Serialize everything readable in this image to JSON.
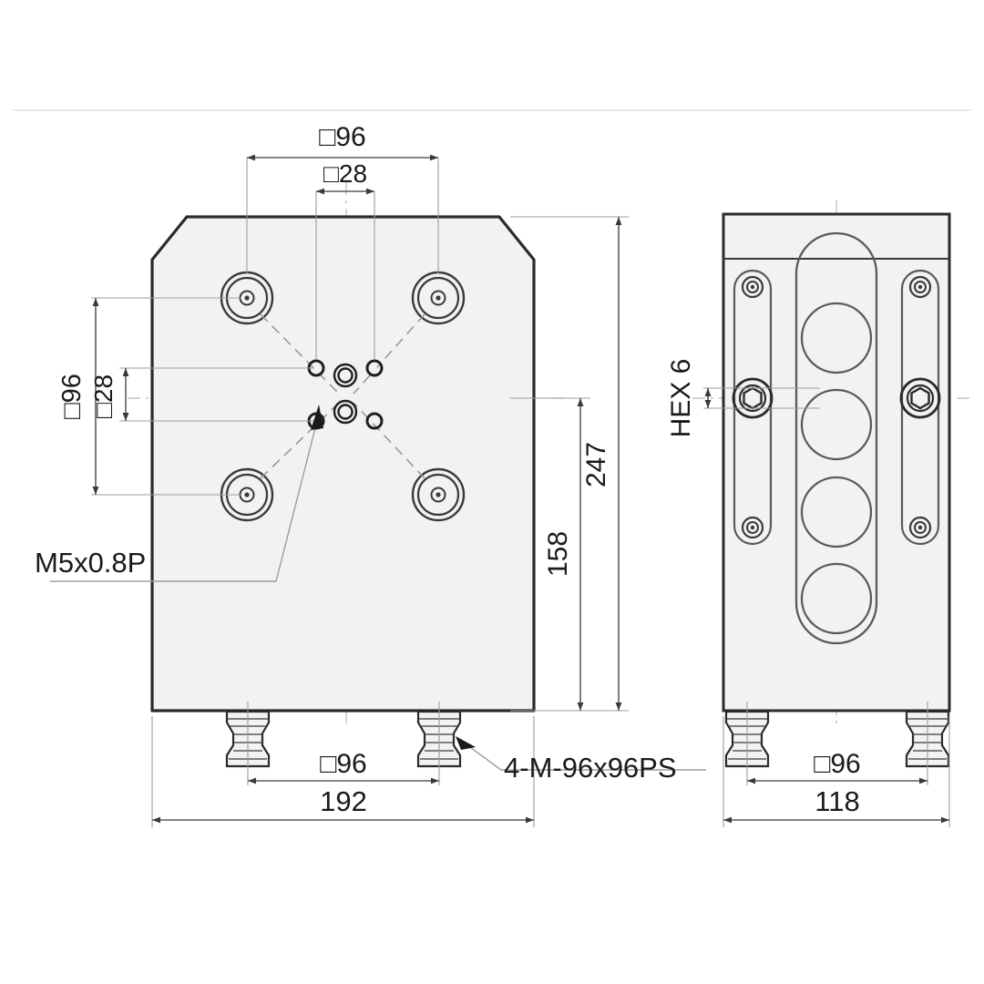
{
  "drawing": {
    "title": "Mechanical Part Orthographic Drawing",
    "background_color": "#ffffff",
    "line_color": "#3a3a3a",
    "outline_color": "#2b2b2b",
    "dimension_color": "#7a7a7a",
    "text_color": "#1a1a1a",
    "face_fill": "#f2f2f2",
    "divider_color": "#e3ecec"
  },
  "front_view": {
    "name": "front-view",
    "dimensions": {
      "top_bolt_span": "□96",
      "top_inner_span": "□28",
      "left_outer_span": "□96",
      "left_inner_span": "□28",
      "height_inner": "158",
      "height_outer": "247",
      "bottom_foot_span": "□96",
      "bottom_overall": "192"
    },
    "callouts": {
      "thread_note": "M5x0.8P",
      "foot_note": "4-M-96x96PS"
    }
  },
  "side_view": {
    "name": "side-view",
    "dimensions": {
      "hex_note": "HEX 6",
      "bottom_foot_span": "□96",
      "bottom_overall": "118"
    }
  }
}
